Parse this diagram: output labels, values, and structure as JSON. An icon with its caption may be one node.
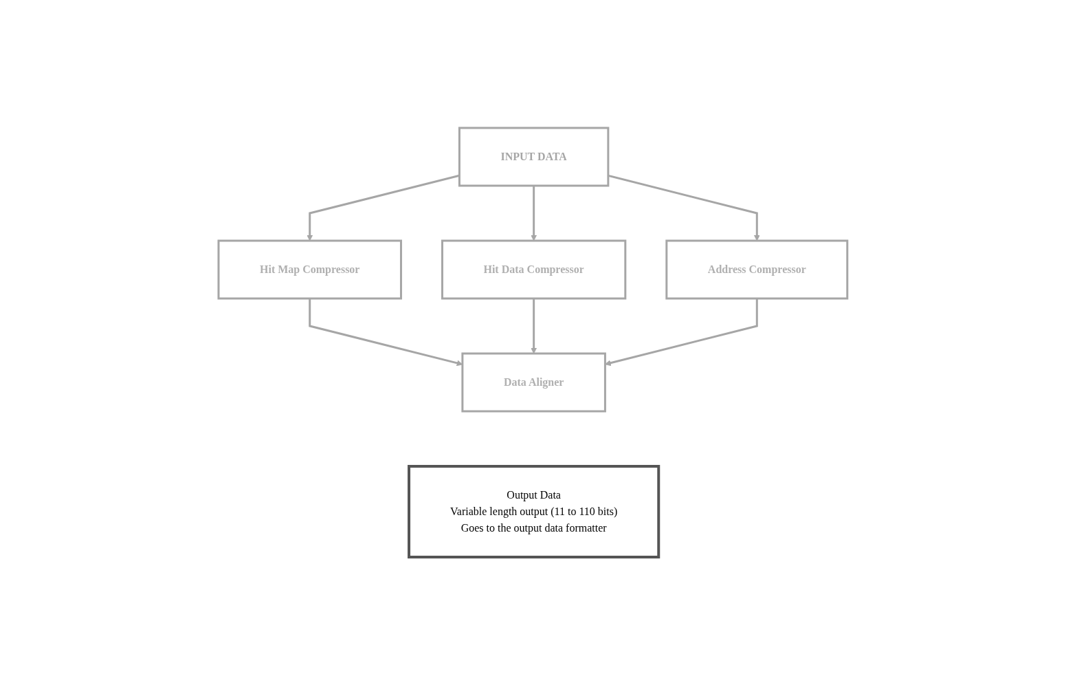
{
  "diagram": {
    "nodes": [
      {
        "text": [
          "INPUT DATA"
        ]
      },
      {
        "text": [
          "Hit Map Compressor"
        ]
      },
      {
        "text": [
          "Hit Data Compressor"
        ]
      },
      {
        "text": [
          "Address Compressor"
        ]
      },
      {
        "text": [
          "Data Aligner"
        ]
      },
      {
        "text": [
          "Output Data",
          "Variable length output (11 to 110 bits)",
          "Goes to the output data formatter"
        ]
      }
    ],
    "edges": [
      {
        "from": 0,
        "to": 1,
        "arrow": "to"
      },
      {
        "from": 0,
        "to": 2,
        "arrow": "to"
      },
      {
        "from": 0,
        "to": 3,
        "arrow": "to"
      },
      {
        "from": 1,
        "to": 4,
        "arrow": "to"
      },
      {
        "from": 2,
        "to": 4,
        "arrow": "to"
      },
      {
        "from": 3,
        "to": 4,
        "arrow": "to"
      }
    ]
  }
}
